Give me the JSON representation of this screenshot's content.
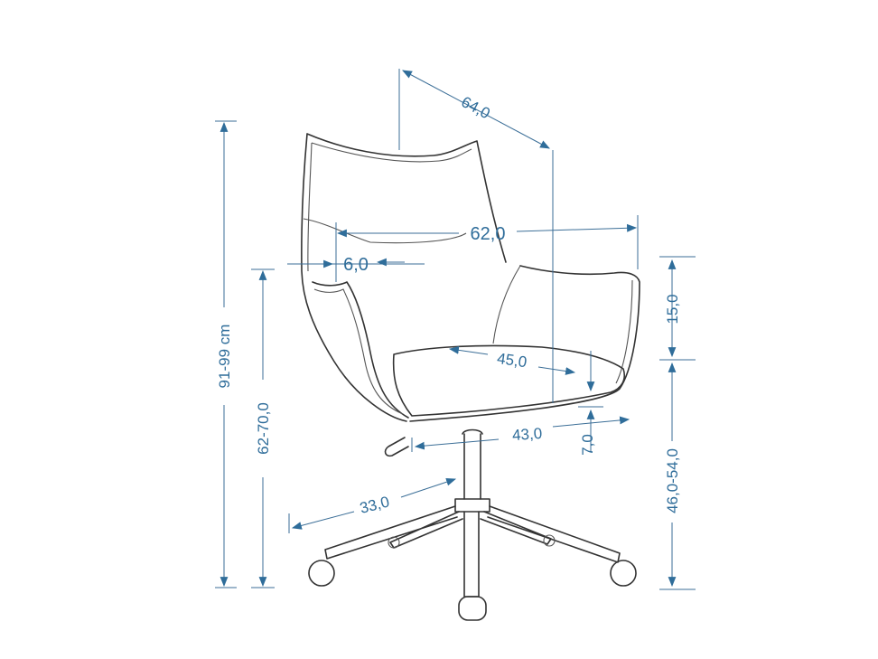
{
  "dimensions": {
    "total_height": "91-99 cm",
    "armrest_height": "62-70,0",
    "depth": "64,0",
    "width": "62,0",
    "armrest_width": "6,0",
    "armrest_above_seat": "15,0",
    "seat_depth": "45,0",
    "seat_width": "43,0",
    "seat_thickness": "7,0",
    "seat_height": "46,0-54,0",
    "base_radius": "33,0"
  },
  "colors": {
    "dimension": "#2f6d9a",
    "outline": "#333333"
  }
}
